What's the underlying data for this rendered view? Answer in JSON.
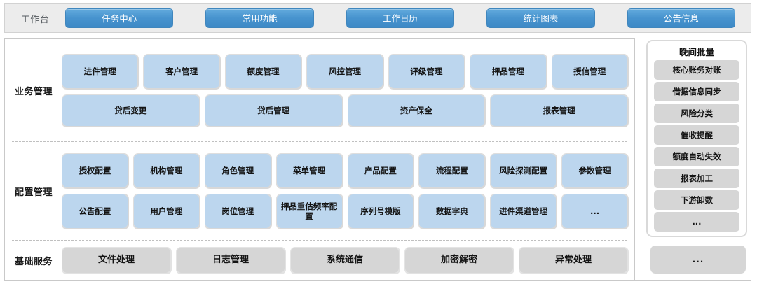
{
  "topbar": {
    "title": "工作台",
    "nav_buttons": [
      {
        "label": "任务中心"
      },
      {
        "label": "常用功能"
      },
      {
        "label": "工作日历"
      },
      {
        "label": "统计图表"
      },
      {
        "label": "公告信息"
      }
    ]
  },
  "sections": [
    {
      "key": "business",
      "label": "业务管理",
      "rows": [
        {
          "tiles": [
            {
              "label": "进件管理"
            },
            {
              "label": "客户管理"
            },
            {
              "label": "额度管理"
            },
            {
              "label": "风控管理"
            },
            {
              "label": "评级管理"
            },
            {
              "label": "押品管理"
            },
            {
              "label": "授信管理"
            }
          ]
        },
        {
          "tiles": [
            {
              "label": "贷后变更"
            },
            {
              "label": "贷后管理"
            },
            {
              "label": "资产保全"
            },
            {
              "label": "报表管理"
            }
          ]
        }
      ]
    },
    {
      "key": "config",
      "label": "配置管理",
      "rows": [
        {
          "tiles": [
            {
              "label": "授权配置"
            },
            {
              "label": "机构管理"
            },
            {
              "label": "角色管理"
            },
            {
              "label": "菜单管理"
            },
            {
              "label": "产品配置"
            },
            {
              "label": "流程配置"
            },
            {
              "label": "风险探测配置"
            },
            {
              "label": "参数管理"
            }
          ]
        },
        {
          "tiles": [
            {
              "label": "公告配置"
            },
            {
              "label": "用户管理"
            },
            {
              "label": "岗位管理"
            },
            {
              "label": "押品重估频率配置"
            },
            {
              "label": "序列号模版"
            },
            {
              "label": "数据字典"
            },
            {
              "label": "进件渠道管理"
            },
            {
              "label": "..."
            }
          ]
        }
      ]
    },
    {
      "key": "basic",
      "label": "基础服务",
      "rows": [
        {
          "tiles": [
            {
              "label": "文件处理"
            },
            {
              "label": "日志管理"
            },
            {
              "label": "系统通信"
            },
            {
              "label": "加密解密"
            },
            {
              "label": "异常处理"
            }
          ]
        }
      ]
    }
  ],
  "batch_panel": {
    "title": "晚间批量",
    "items": [
      {
        "label": "核心账务对账"
      },
      {
        "label": "借据信息同步"
      },
      {
        "label": "风险分类"
      },
      {
        "label": "催收提醒"
      },
      {
        "label": "额度自动失效"
      },
      {
        "label": "报表加工"
      },
      {
        "label": "下游卸数"
      },
      {
        "label": "..."
      }
    ],
    "more_label": "..."
  },
  "colors": {
    "topbar_bg": "#ececec",
    "nav_button": "#4793ce",
    "tile_blue": "#bcd6ee",
    "tile_gray": "#d6d6d6",
    "panel_border": "#c9c9c9"
  }
}
